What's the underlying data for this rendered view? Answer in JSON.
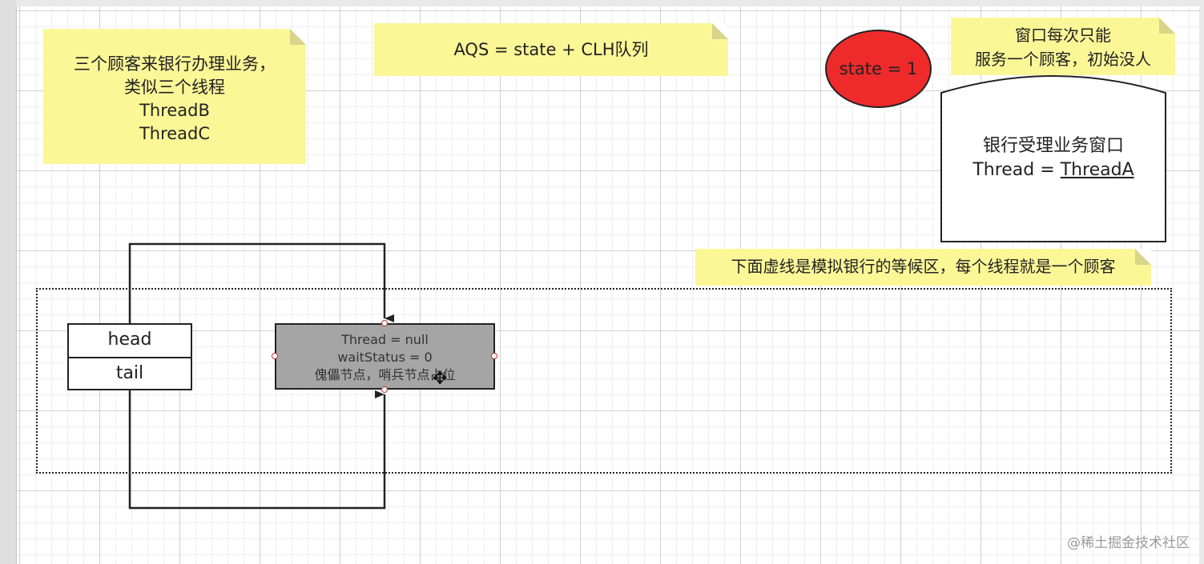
{
  "notes": {
    "customers": [
      "三个顾客来银行办理业务，",
      "类似三个线程",
      "ThreadB",
      "ThreadC"
    ],
    "aqs_formula": "AQS = state + CLH队列",
    "window_rule": [
      "窗口每次只能",
      "服务一个顾客，初始没人"
    ],
    "waiting_zone": "下面虚线是模拟银行的等候区，每个线程就是一个顾客"
  },
  "state": {
    "label": "state = 1",
    "color": "#ef2a2a"
  },
  "bank_window": {
    "title": "银行受理业务窗口",
    "thread_prefix": "Thread = ",
    "thread_value": "ThreadA"
  },
  "queue": {
    "head_label": "head",
    "tail_label": "tail",
    "sentinel_node": {
      "thread": "Thread = null",
      "wait_status": "waitStatus = 0",
      "description": "傀儡节点，哨兵节点占位"
    }
  },
  "cursor_icon": "move-cursor-icon",
  "watermark": "@稀土掘金技术社区"
}
